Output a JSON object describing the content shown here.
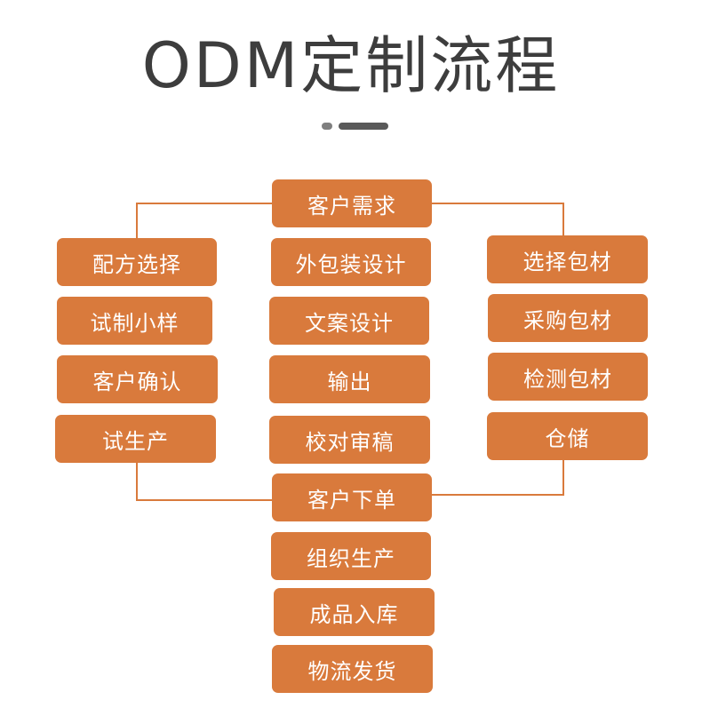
{
  "title": "ODM定制流程",
  "colors": {
    "box": "#d97a3c",
    "line": "#d97a3c",
    "title": "#3d3d3d"
  },
  "left_column": [
    "配方选择",
    "试制小样",
    "客户确认",
    "试生产"
  ],
  "center_column": [
    "客户需求",
    "外包装设计",
    "文案设计",
    "输出",
    "校对审稿",
    "客户下单",
    "组织生产",
    "成品入库",
    "物流发货"
  ],
  "right_column": [
    "选择包材",
    "采购包材",
    "检测包材",
    "仓储"
  ]
}
